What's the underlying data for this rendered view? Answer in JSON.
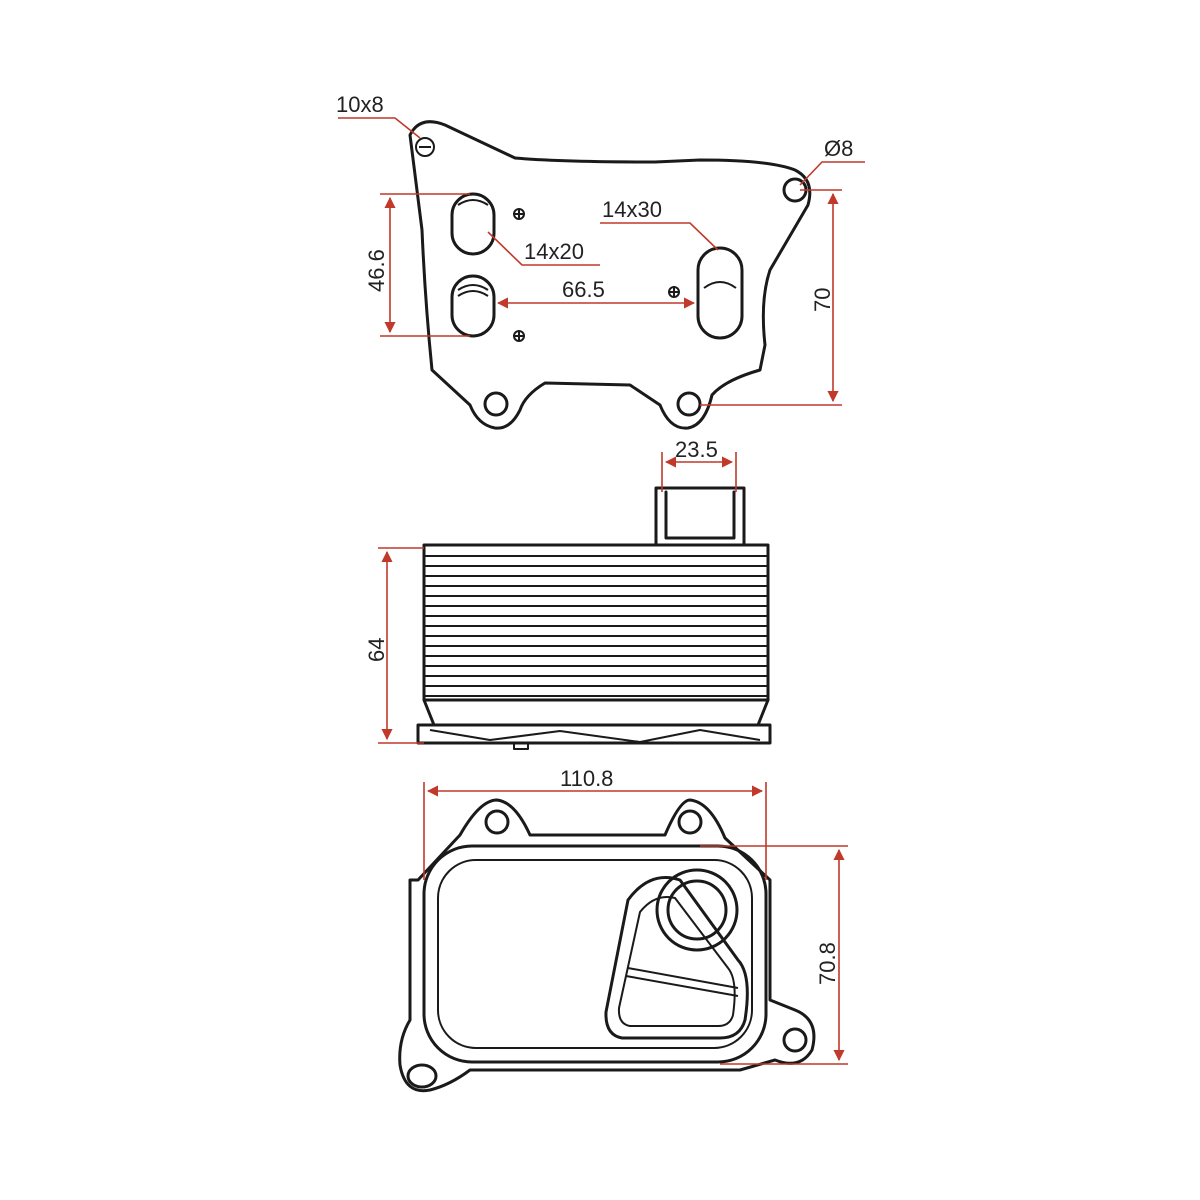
{
  "dimensions": {
    "bolt_slot": "10x8",
    "hole_diameter": "Ø8",
    "port_small": "14x20",
    "port_large": "14x30",
    "port_spacing_vertical": "46.6",
    "port_spacing_horizontal": "66.5",
    "flange_height": "70",
    "outlet_width": "23.5",
    "body_height": "64",
    "body_width": "110.8",
    "body_depth": "70.8"
  },
  "colors": {
    "outline": "#1a1a1a",
    "dimension": "#c0392b",
    "background": "#ffffff"
  }
}
